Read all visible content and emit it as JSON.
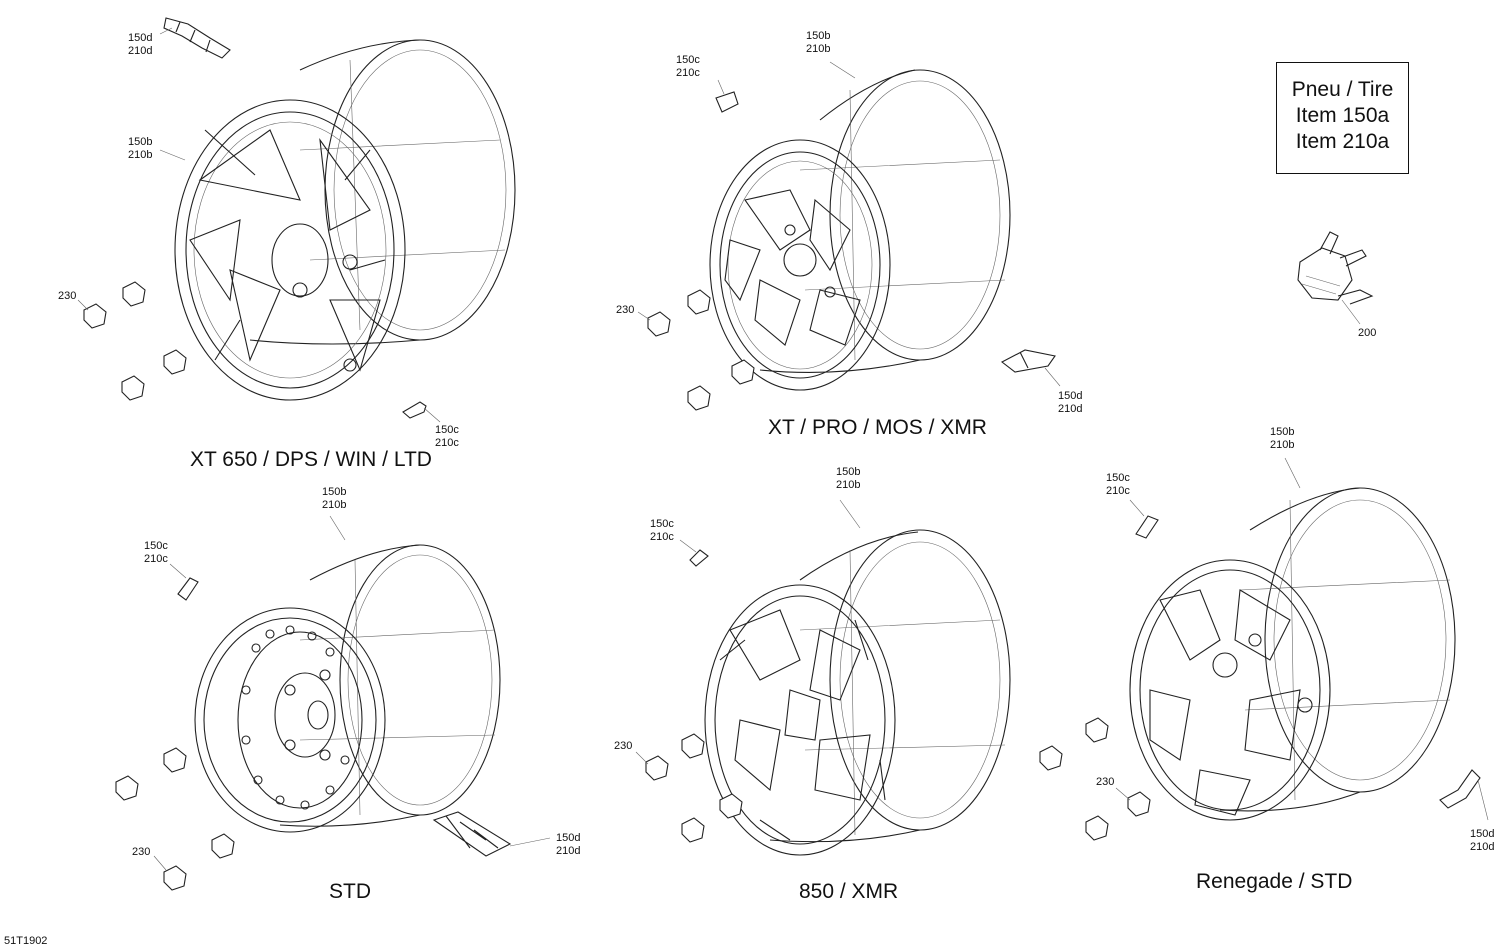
{
  "tire_box": {
    "line1": "Pneu / Tire",
    "line2": "Item 150a",
    "line3": "Item 210a"
  },
  "figure_code": "51T1902",
  "groups": [
    {
      "title": "XT 650 / DPS / WIN / LTD",
      "callouts": [
        {
          "a": "150d",
          "b": "210d"
        },
        {
          "a": "150b",
          "b": "210b"
        },
        {
          "a": "230"
        },
        {
          "a": "150c",
          "b": "210c"
        }
      ]
    },
    {
      "title": "XT / PRO / MOS / XMR",
      "callouts": [
        {
          "a": "150c",
          "b": "210c"
        },
        {
          "a": "150b",
          "b": "210b"
        },
        {
          "a": "230"
        },
        {
          "a": "150d",
          "b": "210d"
        }
      ]
    },
    {
      "title": "STD",
      "callouts": [
        {
          "a": "150b",
          "b": "210b"
        },
        {
          "a": "150c",
          "b": "210c"
        },
        {
          "a": "230"
        },
        {
          "a": "150d",
          "b": "210d"
        }
      ]
    },
    {
      "title": "850 / XMR",
      "callouts": [
        {
          "a": "150b",
          "b": "210b"
        },
        {
          "a": "150c",
          "b": "210c"
        },
        {
          "a": "230"
        }
      ]
    },
    {
      "title": "Renegade / STD",
      "callouts": [
        {
          "a": "150b",
          "b": "210b"
        },
        {
          "a": "150c",
          "b": "210c"
        },
        {
          "a": "230"
        },
        {
          "a": "150d",
          "b": "210d"
        }
      ]
    }
  ],
  "tpms": {
    "a": "200"
  }
}
